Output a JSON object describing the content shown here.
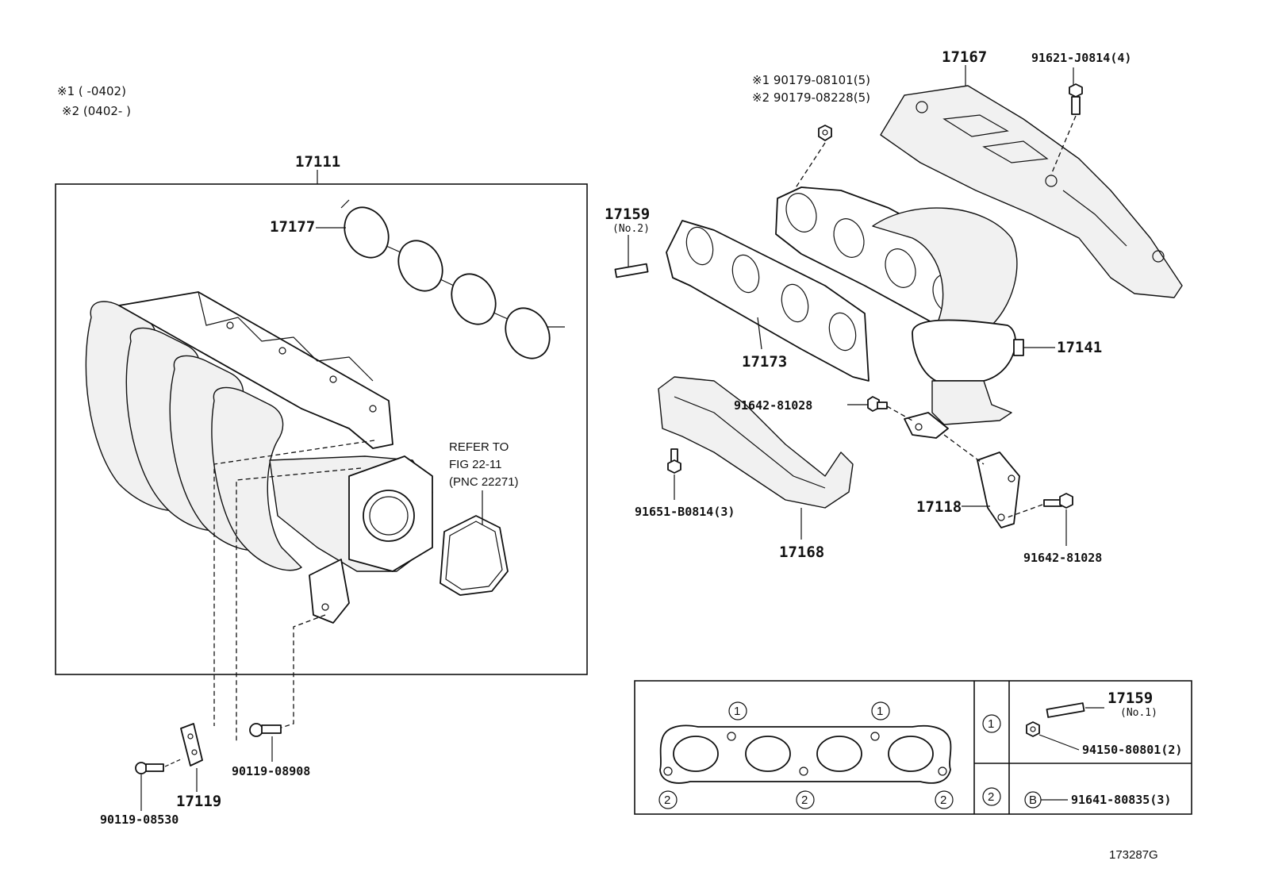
{
  "notes": {
    "note1": "※1 (      -0402)",
    "note2": "※2 (0402-      )"
  },
  "labels": {
    "p17111": "17111",
    "p17177": "17177",
    "refer1": "REFER TO",
    "refer2": "FIG 22-11",
    "refer3": "(PNC 22271)",
    "p17119": "17119",
    "p90119_08530": "90119-08530",
    "p90119_08908": "90119-08908",
    "p17159": "17159",
    "p17159_sub": "(No.2)",
    "p17167": "17167",
    "p91621": "91621-J0814(4)",
    "nut1": "※1 90179-08101(5)",
    "nut2": "※2 90179-08228(5)",
    "p17173": "17173",
    "p17141": "17141",
    "p91642a": "91642-81028",
    "p91651": "91651-B0814(3)",
    "p17168": "17168",
    "p17118": "17118",
    "p91642b": "91642-81028",
    "t17159": "17159",
    "t17159_sub": "(No.1)",
    "t94150": "94150-80801(2)",
    "t91641": "91641-80835(3)",
    "circle1": "1",
    "circle2": "2",
    "circleB": "B",
    "figure_id": "173287G"
  }
}
